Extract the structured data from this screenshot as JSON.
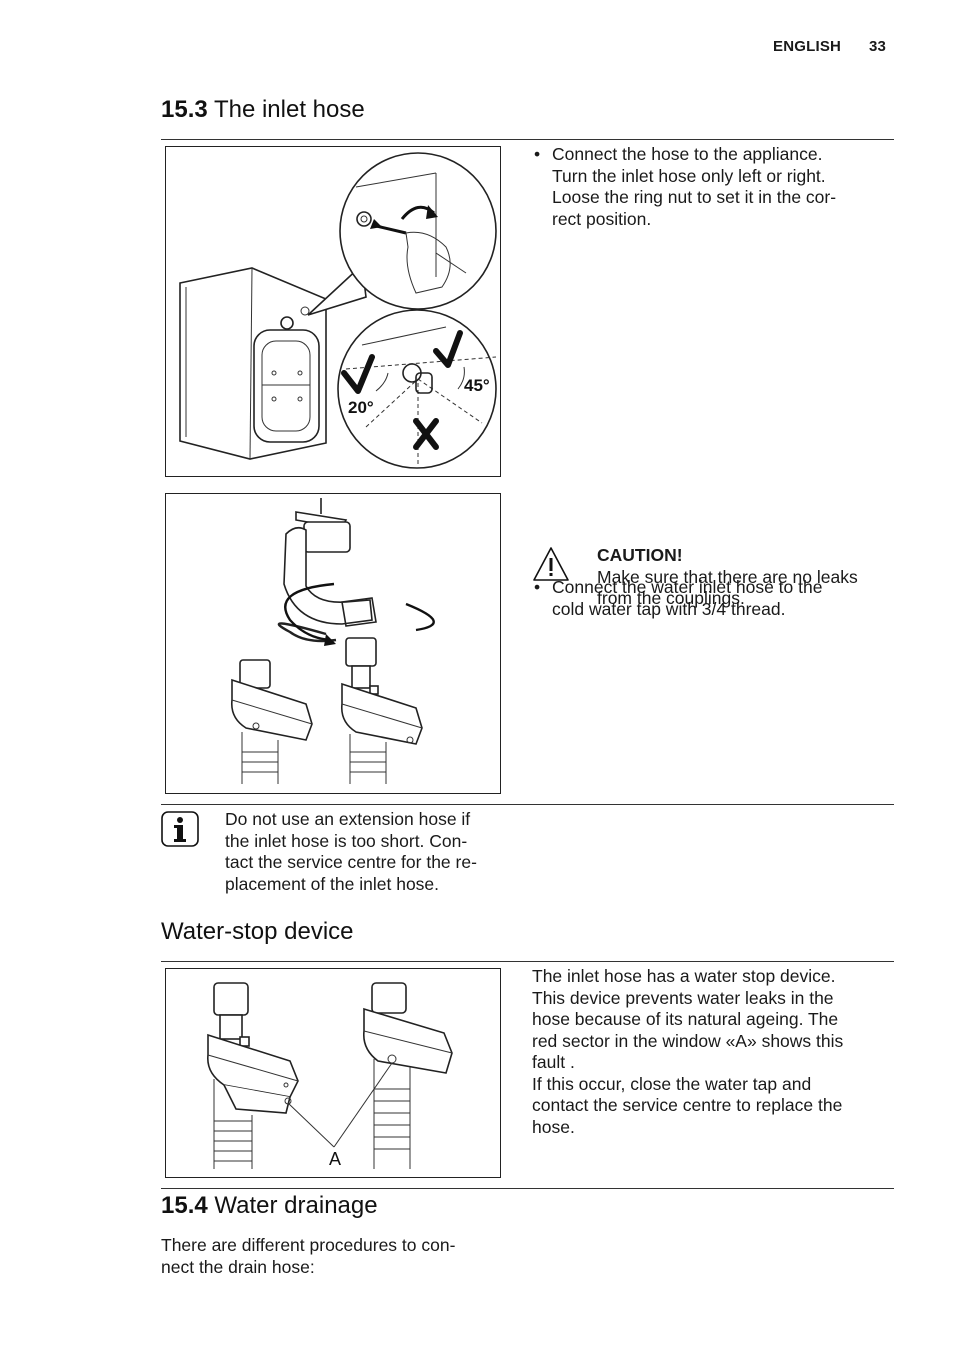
{
  "header": {
    "language": "ENGLISH",
    "page_number": "33"
  },
  "section_inlet": {
    "number": "15.3",
    "title": "The inlet hose",
    "step1": {
      "bullet": "•",
      "lines": [
        "Connect the hose to the appliance.",
        "Turn the inlet hose only left or right.",
        "Loose the ring nut to set it in the cor-",
        "rect position."
      ],
      "angle_left": "20°",
      "angle_right": "45°"
    },
    "step2": {
      "bullet": "•",
      "lines": [
        "Connect the water inlet hose to the",
        "cold water tap with 3/4 thread."
      ],
      "caution_title": "CAUTION!",
      "caution_lines": [
        "Make sure that there are no leaks",
        "from the couplings."
      ]
    },
    "note_lines": [
      "Do not use an extension hose if",
      "the inlet hose is too short. Con-",
      "tact the service centre for the re-",
      "placement of the inlet hose."
    ]
  },
  "section_waterstop": {
    "title": "Water-stop device",
    "figure_label": "A",
    "lines": [
      "The inlet hose has a water stop device.",
      "This device prevents water leaks in the",
      "hose because of its natural ageing. The",
      "red sector in the window «A» shows this",
      "fault .",
      "If this occur, close the water tap and",
      "contact the service centre to replace the",
      "hose."
    ]
  },
  "section_drainage": {
    "number": "15.4",
    "title": "Water drainage",
    "lines": [
      "There are different procedures to con-",
      "nect the drain hose:"
    ]
  }
}
